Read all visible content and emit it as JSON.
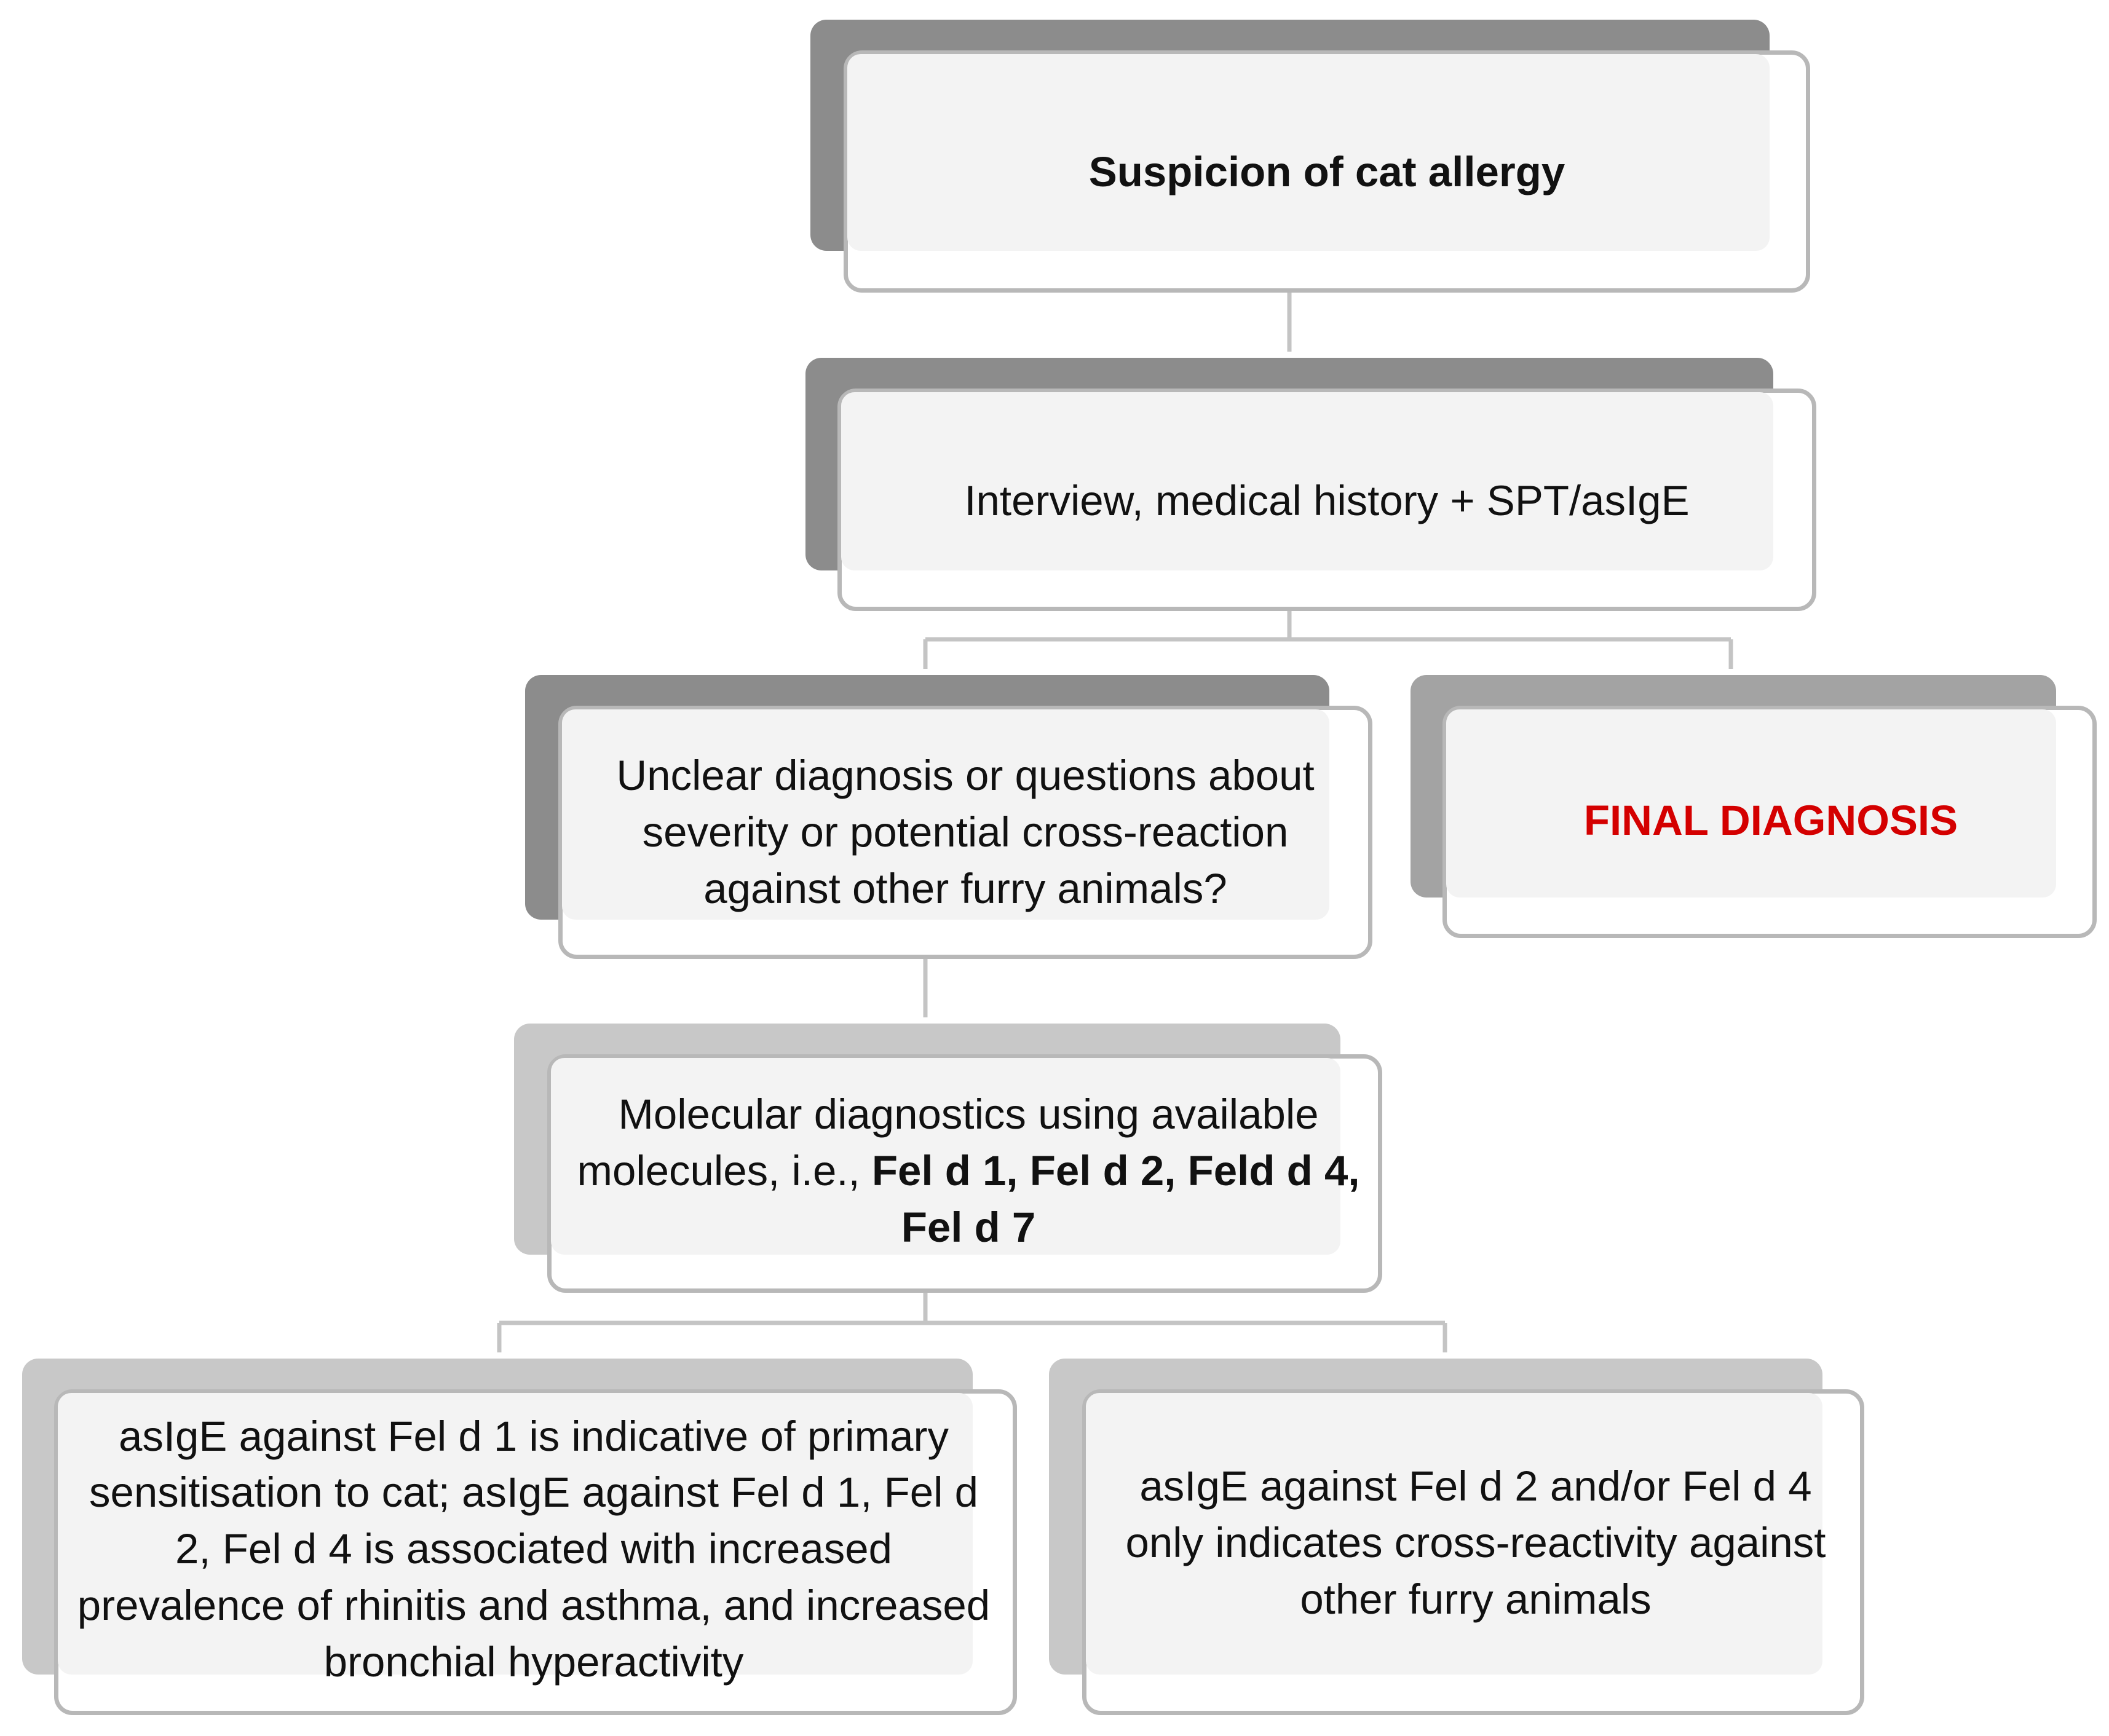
{
  "nodes": {
    "suspicion": {
      "text": "Suspicion of cat allergy"
    },
    "interview": {
      "text": "Interview, medical history + SPT/asIgE"
    },
    "unclear": {
      "text": "Unclear diagnosis or questions about severity or potential cross-reaction against other furry animals?"
    },
    "final": {
      "text": "FINAL DIAGNOSIS"
    },
    "molecular": {
      "text_regular": "Molecular diagnostics using available molecules, i.e., ",
      "text_bold": "Fel d 1, Fel d 2, Feld d 4, Fel d 7"
    },
    "feld1": {
      "text": "asIgE against Fel d 1 is indicative of primary sensitisation to cat; asIgE against Fel d 1, Fel d 2, Fel d 4 is associated with increased prevalence of rhinitis and asthma, and increased bronchial hyperactivity"
    },
    "feld24": {
      "text": "asIgE against Fel d 2 and/or Fel d 4 only indicates cross-reactivity against other furry animals"
    }
  },
  "colors": {
    "final_diagnosis_text": "#d40000",
    "shadow_dark": "#8c8c8c",
    "shadow_medium": "#a3a3a3",
    "shadow_light": "#c8c8c8",
    "box_border": "#b8b8b8",
    "connector": "#c4c4c4"
  }
}
